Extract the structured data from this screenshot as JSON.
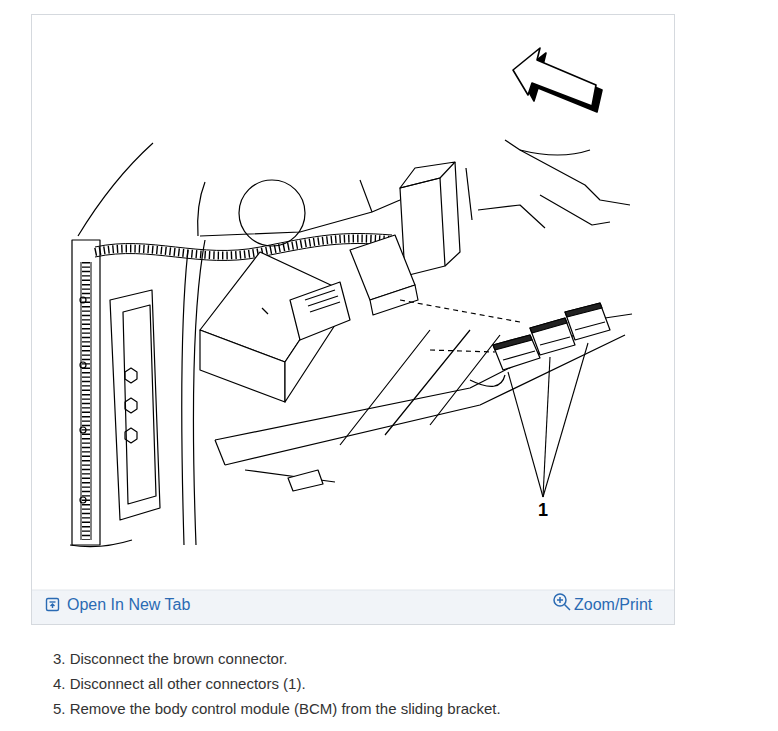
{
  "diagram": {
    "labels": [
      "1",
      "Open In New Tab",
      "Zoom/Print",
      "3. Disconnect the brown connector.",
      "4. Disconnect all other connectors (1).",
      "5. Remove the body control module (BCM) from the sliding bracket."
    ]
  }
}
